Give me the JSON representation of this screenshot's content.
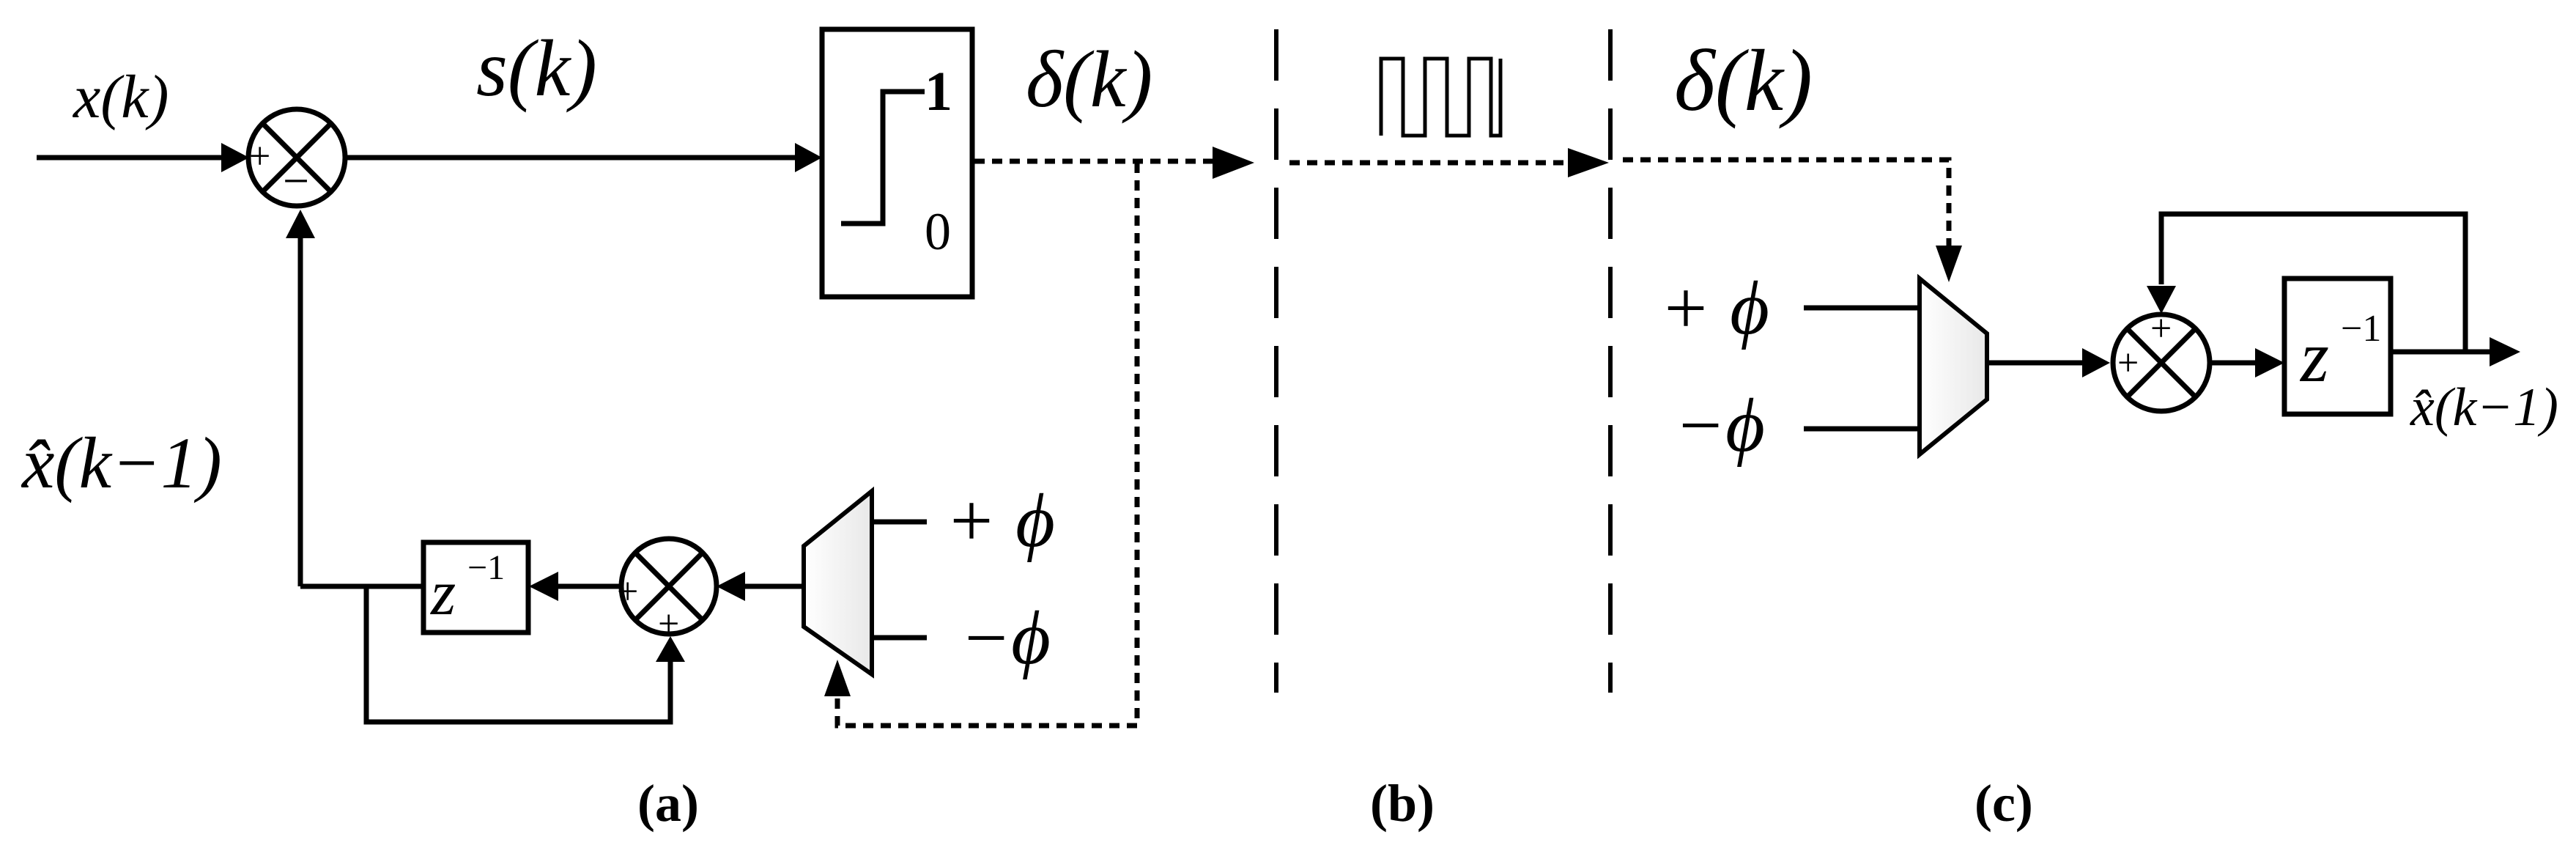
{
  "labels": {
    "input": "x(k)",
    "sum_error": "s(k)",
    "quantizer_high": "1",
    "quantizer_low": "0",
    "delta_a": "δ(k)",
    "delta_c": "δ(k)",
    "feedback_a": "x̂(k−1)",
    "output_c": "x̂(k−1)",
    "delay_a": "z",
    "delay_a_exp": "−1",
    "delay_c": "z",
    "delay_c_exp": "−1",
    "plus_phi_a": "+ ϕ",
    "minus_phi_a": "−ϕ",
    "plus_phi_c": "+ ϕ",
    "minus_phi_c": "−ϕ",
    "sign_plus": "+",
    "sign_minus": "−"
  },
  "panels": {
    "a": "(a)",
    "b": "(b)",
    "c": "(c)"
  }
}
